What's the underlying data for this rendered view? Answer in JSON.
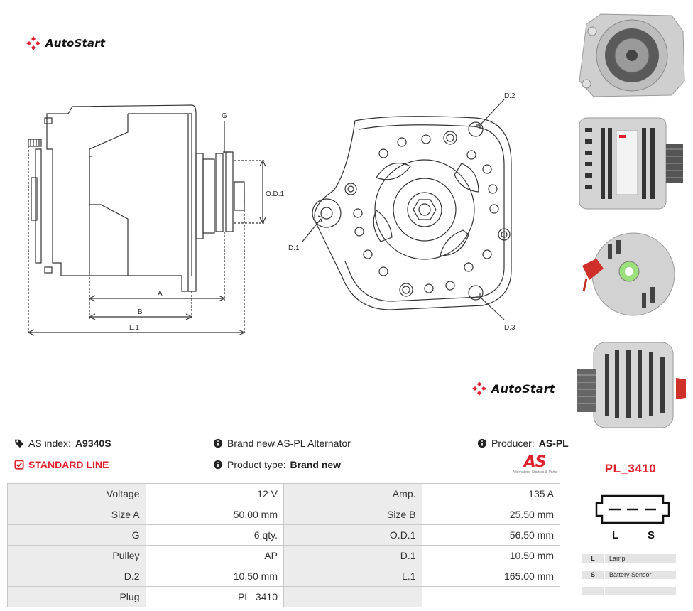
{
  "brand": {
    "name": "AutoStart",
    "accent_color": "#e0212d"
  },
  "drawing_labels": {
    "g": "G",
    "od1": "O.D.1",
    "a": "A",
    "b": "B",
    "l1": "L.1",
    "d1": "D.1",
    "d2": "D.2",
    "d3": "D.3"
  },
  "info": {
    "as_index_label": "AS index:",
    "as_index_value": "A9340S",
    "line": "STANDARD LINE",
    "brand_new": "Brand new AS-PL Alternator",
    "product_type_label": "Product type:",
    "product_type_value": "Brand new",
    "producer_label": "Producer:",
    "producer_value": "AS-PL",
    "as_logo_sub": "Alternators, Starters & Parts"
  },
  "specs": [
    {
      "label": "Voltage",
      "value": "12 V",
      "label2": "Amp.",
      "value2": "135 A"
    },
    {
      "label": "Size A",
      "value": "50.00 mm",
      "label2": "Size B",
      "value2": "25.50 mm"
    },
    {
      "label": "G",
      "value": "6 qty.",
      "label2": "O.D.1",
      "value2": "56.50 mm"
    },
    {
      "label": "Pulley",
      "value": "AP",
      "label2": "D.1",
      "value2": "10.50 mm"
    },
    {
      "label": "D.2",
      "value": "10.50 mm",
      "label2": "L.1",
      "value2": "165.00 mm"
    },
    {
      "label": "Plug",
      "value": "PL_3410",
      "label2": "",
      "value2": ""
    }
  ],
  "plug": {
    "code": "PL_3410",
    "pins": [
      "L",
      "S"
    ],
    "legend": [
      {
        "key": "L",
        "desc": "Lamp"
      },
      {
        "key": "S",
        "desc": "Battery Sensor"
      },
      {
        "key": "",
        "desc": ""
      }
    ]
  },
  "icons": {
    "tag": "tag-icon",
    "info": "info-circle-icon",
    "check": "check-square-icon",
    "logo": "autostart-logo-icon"
  }
}
